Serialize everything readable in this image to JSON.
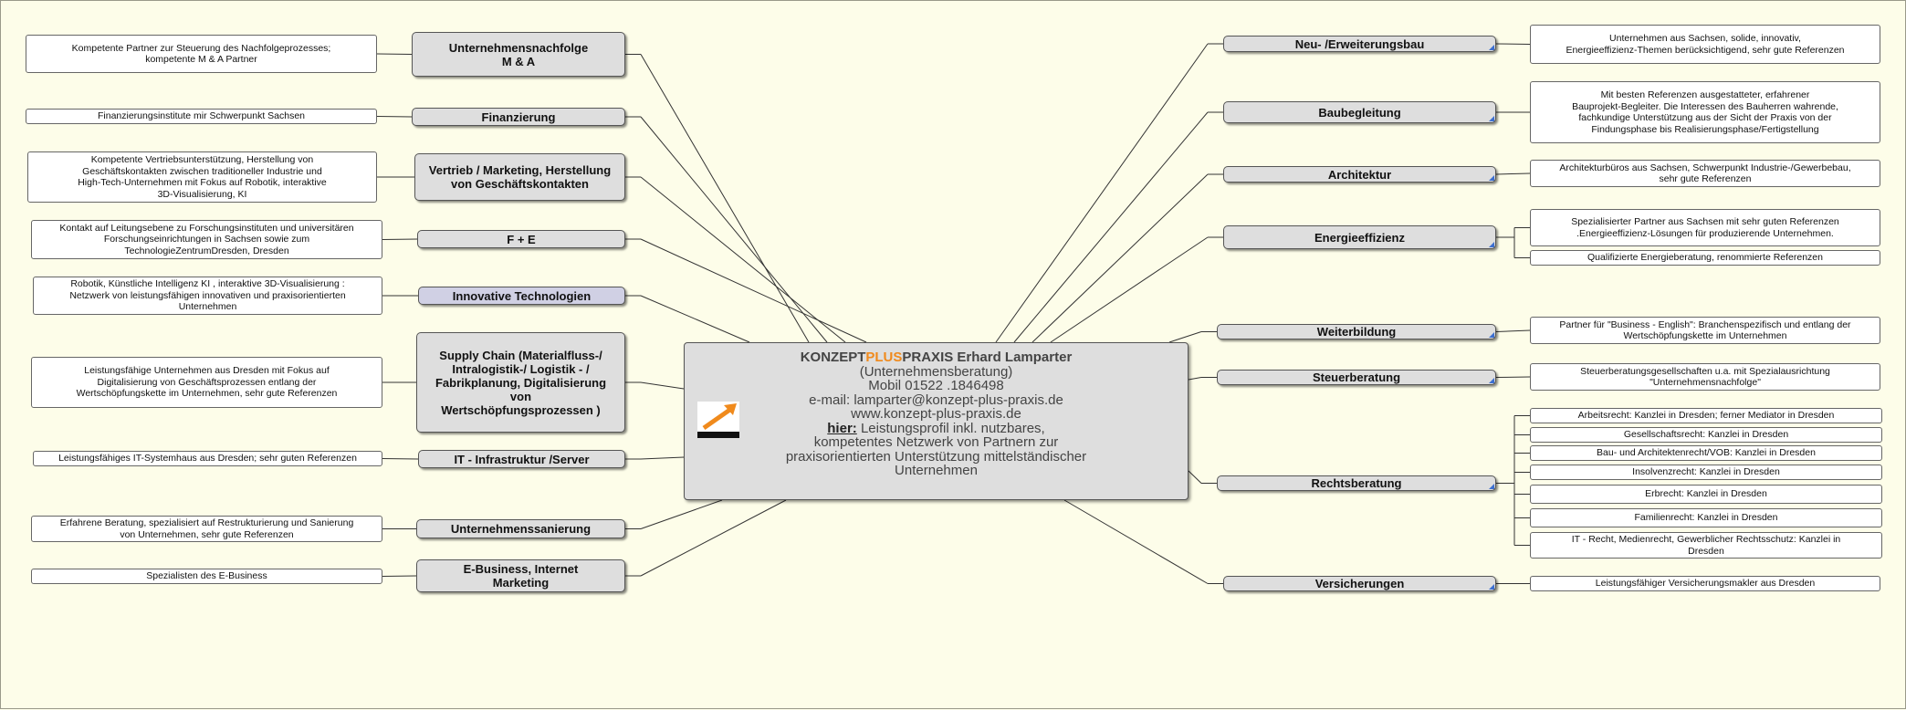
{
  "center": {
    "brand_a": "KONZEPT",
    "brand_plus": "PLUS",
    "brand_b": "PRAXIS Erhard Lamparter",
    "line2": "(Unternehmensberatung)",
    "line3": "Mobil 01522 .1846498",
    "line4": "e-mail: lamparter@konzept-plus-praxis.de",
    "line5": "www.konzept-plus-praxis.de",
    "hier": "hier:",
    "line6": " Leistungsprofil inkl. nutzbares,",
    "line7": "kompetentes Netzwerk von Partnern zur",
    "line8": "praxisorientierten Unterstützung mittelständischer",
    "line9": "Unternehmen"
  },
  "colors": {
    "background": "#fdfde9",
    "node": "#dedede",
    "highlight": "#d0d0e4",
    "accent": "#f08a1c",
    "marker": "#3c6fd0"
  },
  "left": [
    {
      "label": "Unternehmensnachfolge\nM & A",
      "leaves": [
        "Kompetente Partner zur Steuerung des Nachfolgeprozesses;\nkompetente M & A Partner"
      ]
    },
    {
      "label": "Finanzierung",
      "leaves": [
        "Finanzierungsinstitute mir Schwerpunkt  Sachsen"
      ]
    },
    {
      "label": "Vertrieb / Marketing, Herstellung\nvon Geschäftskontakten",
      "leaves": [
        "Kompetente Vertriebsunterstützung, Herstellung von\nGeschäftskontakten zwischen traditioneller Industrie und\nHigh-Tech-Unternehmen mit Fokus auf Robotik, interaktive\n3D-Visualisierung, KI"
      ]
    },
    {
      "label": "F + E",
      "leaves": [
        "Kontakt auf Leitungsebene zu Forschungsinstituten und universitären\nForschungseinrichtungen in Sachsen sowie zum\nTechnologieZentrumDresden, Dresden"
      ]
    },
    {
      "label": "Innovative Technologien",
      "leaves": [
        "Robotik,  Künstliche Intelligenz KI , interaktive 3D-Visualisierung :\nNetzwerk von  leistungsfähigen  innovativen und praxisorientierten\nUnternehmen"
      ]
    },
    {
      "label": "Supply Chain (Materialfluss-/\nIntralogistik-/ Logistik - /\nFabrikplanung, Digitalisierung\nvon\nWertschöpfungsprozessen )",
      "leaves": [
        "Leistungsfähige Unternehmen aus Dresden mit Fokus auf\nDigitalisierung von Geschäftsprozessen entlang der\nWertschöpfungskette im Unternehmen, sehr gute Referenzen"
      ]
    },
    {
      "label": "IT - Infrastruktur /Server",
      "leaves": [
        "Leistungsfähiges IT-Systemhaus aus Dresden; sehr guten Referenzen"
      ]
    },
    {
      "label": "Unternehmenssanierung",
      "leaves": [
        "Erfahrene Beratung, spezialisiert auf Restrukturierung und Sanierung\nvon Unternehmen, sehr gute Referenzen"
      ]
    },
    {
      "label": "E-Business, Internet\nMarketing",
      "leaves": [
        "Spezialisten des E-Business"
      ]
    }
  ],
  "right": [
    {
      "label": "Neu- /Erweiterungsbau",
      "leaves": [
        "Unternehmen aus Sachsen, solide, innovativ,\nEnergieeffizienz-Themen berücksichtigend, sehr gute Referenzen"
      ]
    },
    {
      "label": "Baubegleitung",
      "leaves": [
        "Mit besten Referenzen ausgestatteter, erfahrener\nBauprojekt-Begleiter. Die Interessen des Bauherren wahrende,\nfachkundige Unterstützung aus der Sicht der Praxis von der\nFindungsphase bis Realisierungsphase/Fertigstellung"
      ]
    },
    {
      "label": "Architektur",
      "leaves": [
        "Architekturbüros aus Sachsen, Schwerpunkt Industrie-/Gewerbebau,\nsehr gute Referenzen"
      ]
    },
    {
      "label": "Energieeffizienz",
      "leaves": [
        "Spezialisierter Partner aus Sachsen mit sehr guten Referenzen\n.Energieeffizienz-Lösungen für produzierende Unternehmen.",
        "Qualifizierte Energieberatung, renommierte  Referenzen"
      ]
    },
    {
      "label": "Weiterbildung",
      "leaves": [
        "Partner für \"Business - English\": Branchenspezifisch und entlang der\nWertschöpfungskette im Unternehmen"
      ]
    },
    {
      "label": "Steuerberatung",
      "leaves": [
        "Steuerberatungsgesellschaften  u.a. mit Spezialausrichtung\n\"Unternehmensnachfolge\""
      ]
    },
    {
      "label": "Rechtsberatung",
      "leaves": [
        "Arbeitsrecht: Kanzlei in Dresden; ferner Mediator in Dresden",
        "Gesellschaftsrecht: Kanzlei in Dresden",
        "Bau- und Architektenrecht/VOB: Kanzlei in Dresden",
        "Insolvenzrecht: Kanzlei in Dresden",
        "Erbrecht: Kanzlei in Dresden",
        "Familienrecht: Kanzlei in Dresden",
        "IT - Recht, Medienrecht, Gewerblicher Rechtsschutz: Kanzlei in\nDresden"
      ]
    },
    {
      "label": "Versicherungen",
      "leaves": [
        "Leistungsfähiger Versicherungsmakler aus Dresden"
      ]
    }
  ]
}
